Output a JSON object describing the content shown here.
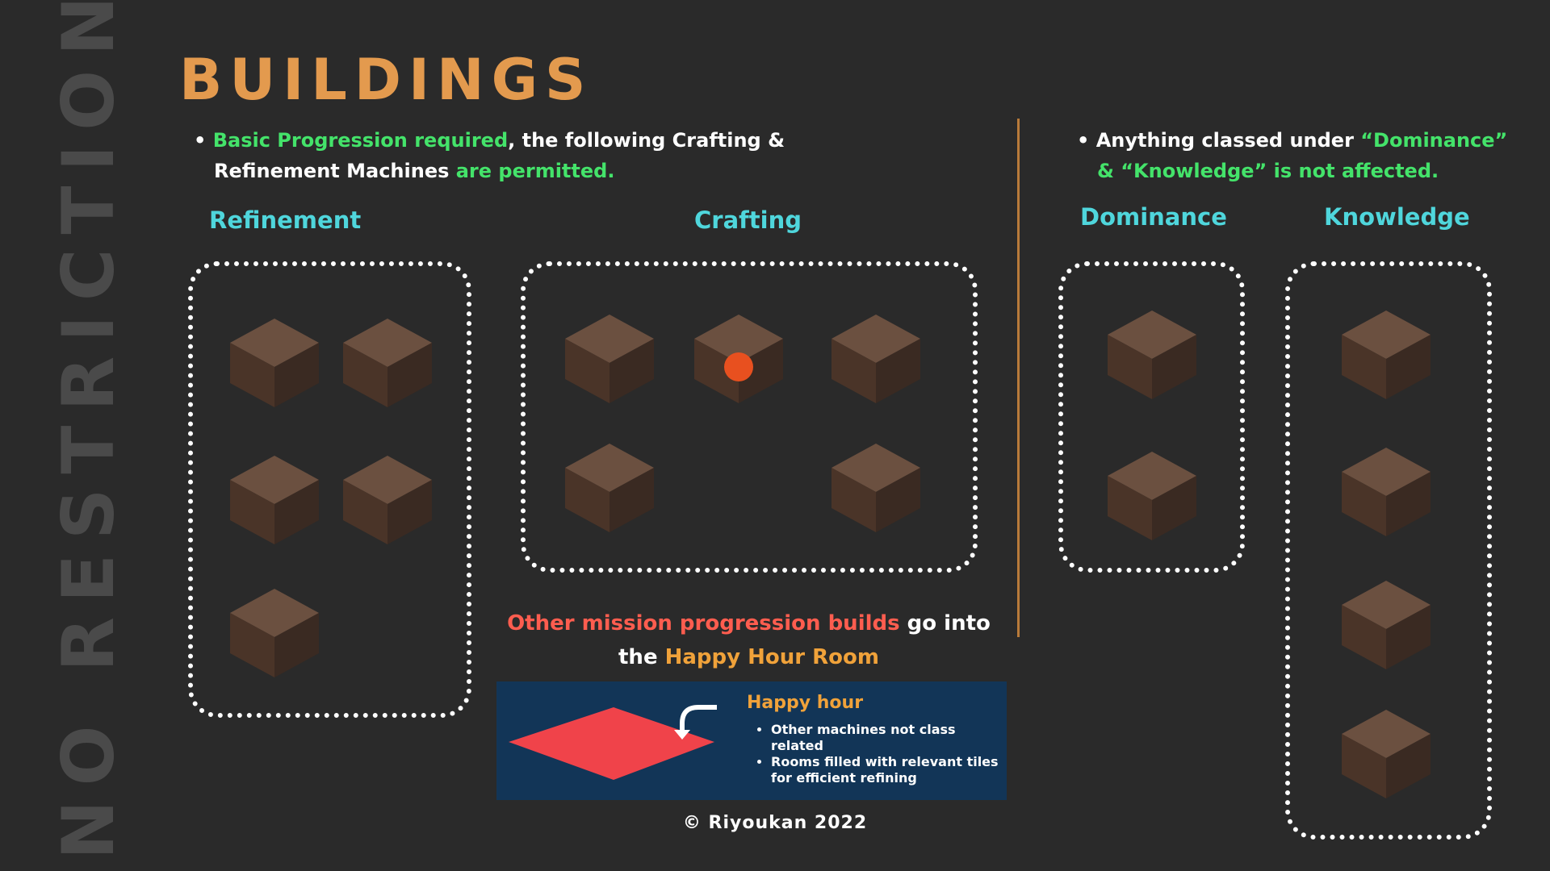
{
  "side_title": "NO RESTRICTIONS",
  "title": "BUILDINGS",
  "left_bullet": {
    "p1": "Basic Progression required",
    "p2": ", the following Crafting &",
    "p3": "Refinement Machines ",
    "p4": "are permitted."
  },
  "right_bullet": {
    "p1": "Anything classed under ",
    "p2": "“Dominance”",
    "p3": "& “Knowledge” is not affected."
  },
  "sections": {
    "refinement": "Refinement",
    "crafting": "Crafting",
    "dominance": "Dominance",
    "knowledge": "Knowledge"
  },
  "note": {
    "p1": "Other mission progression builds",
    "p2": " go into",
    "p3": "the ",
    "p4": "Happy Hour Room"
  },
  "happy_hour": {
    "title": "Happy hour",
    "items": [
      "Other machines not class related",
      "Rooms filled with relevant tiles for efficient refining"
    ]
  },
  "copyright": "© Riyoukan  2022",
  "colors": {
    "accent": "#e39a4e",
    "green": "#44e36a",
    "cyan": "#4fd6dc",
    "red": "#ff5d4f",
    "panel": "#123557"
  }
}
